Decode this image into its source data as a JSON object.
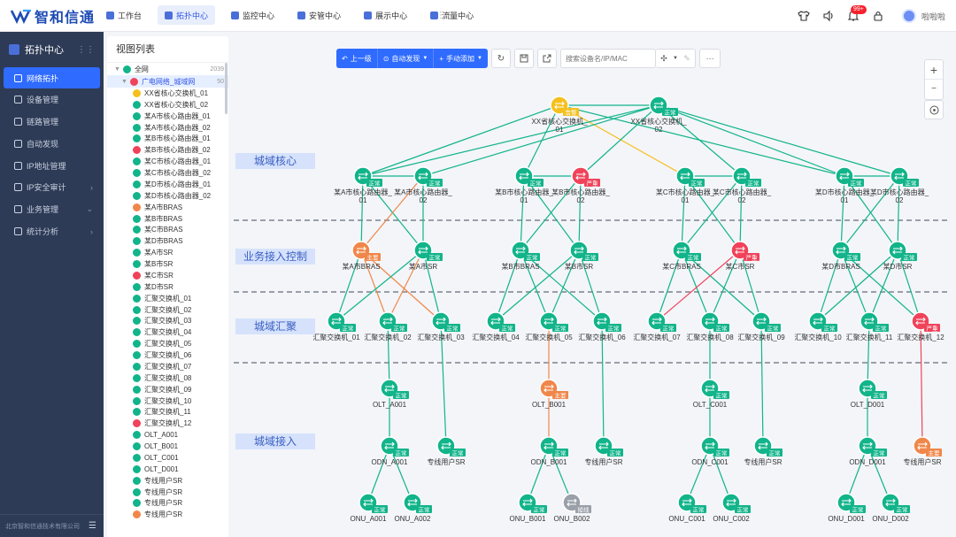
{
  "brand": {
    "name": "智和信通"
  },
  "nav": [
    {
      "label": "工作台",
      "icon": "home-icon"
    },
    {
      "label": "拓扑中心",
      "icon": "topology-icon",
      "active": true
    },
    {
      "label": "监控中心",
      "icon": "monitor-icon"
    },
    {
      "label": "安管中心",
      "icon": "shield-icon"
    },
    {
      "label": "展示中心",
      "icon": "display-icon"
    },
    {
      "label": "流量中心",
      "icon": "flow-icon"
    }
  ],
  "header": {
    "notification_count": "99+",
    "username": "啦啦啦"
  },
  "sidebar": {
    "title": "拓扑中心",
    "items": [
      {
        "label": "网络拓扑",
        "active": true
      },
      {
        "label": "设备管理"
      },
      {
        "label": "链路管理"
      },
      {
        "label": "自动发现"
      },
      {
        "label": "IP地址管理"
      },
      {
        "label": "IP安全审计",
        "arrow": "›"
      },
      {
        "label": "业务管理",
        "arrow": "⌄"
      },
      {
        "label": "统计分析",
        "arrow": "›"
      }
    ],
    "footer": "北京智和信通技术有限公司"
  },
  "viewlist": {
    "title": "视图列表",
    "root": {
      "label": "全网",
      "count": "2039"
    },
    "group": {
      "label": "广电网络_城域网",
      "count": "50"
    },
    "items": [
      {
        "label": "XX省核心交换机_01",
        "s": "warn"
      },
      {
        "label": "XX省核心交换机_02",
        "s": "ok"
      },
      {
        "label": "某A市核心路由器_01",
        "s": "ok"
      },
      {
        "label": "某A市核心路由器_02",
        "s": "ok"
      },
      {
        "label": "某B市核心路由器_01",
        "s": "ok"
      },
      {
        "label": "某B市核心路由器_02",
        "s": "crit"
      },
      {
        "label": "某C市核心路由器_01",
        "s": "ok"
      },
      {
        "label": "某C市核心路由器_02",
        "s": "ok"
      },
      {
        "label": "某D市核心路由器_01",
        "s": "ok"
      },
      {
        "label": "某D市核心路由器_02",
        "s": "ok"
      },
      {
        "label": "某A市BRAS",
        "s": "major"
      },
      {
        "label": "某B市BRAS",
        "s": "ok"
      },
      {
        "label": "某C市BRAS",
        "s": "ok"
      },
      {
        "label": "某D市BRAS",
        "s": "ok"
      },
      {
        "label": "某A市SR",
        "s": "ok"
      },
      {
        "label": "某B市SR",
        "s": "ok"
      },
      {
        "label": "某C市SR",
        "s": "crit"
      },
      {
        "label": "某D市SR",
        "s": "ok"
      },
      {
        "label": "汇聚交换机_01",
        "s": "ok"
      },
      {
        "label": "汇聚交换机_02",
        "s": "ok"
      },
      {
        "label": "汇聚交换机_03",
        "s": "ok"
      },
      {
        "label": "汇聚交换机_04",
        "s": "ok"
      },
      {
        "label": "汇聚交换机_05",
        "s": "ok"
      },
      {
        "label": "汇聚交换机_06",
        "s": "ok"
      },
      {
        "label": "汇聚交换机_07",
        "s": "ok"
      },
      {
        "label": "汇聚交换机_08",
        "s": "ok"
      },
      {
        "label": "汇聚交换机_09",
        "s": "ok"
      },
      {
        "label": "汇聚交换机_10",
        "s": "ok"
      },
      {
        "label": "汇聚交换机_11",
        "s": "ok"
      },
      {
        "label": "汇聚交换机_12",
        "s": "crit"
      },
      {
        "label": "OLT_A001",
        "s": "ok"
      },
      {
        "label": "OLT_B001",
        "s": "ok"
      },
      {
        "label": "OLT_C001",
        "s": "ok"
      },
      {
        "label": "OLT_D001",
        "s": "ok"
      },
      {
        "label": "专线用户SR",
        "s": "ok"
      },
      {
        "label": "专线用户SR",
        "s": "ok"
      },
      {
        "label": "专线用户SR",
        "s": "ok"
      },
      {
        "label": "专线用户SR",
        "s": "major"
      }
    ]
  },
  "toolbar": {
    "up": "上一级",
    "auto": "自动发现",
    "add": "手动添加",
    "search_placeholder": "搜索设备名/IP/MAC"
  },
  "colors": {
    "ok": "#12b48a",
    "warn": "#f5c01e",
    "major": "#f0874a",
    "crit": "#f0435a",
    "off": "#9aa0a8",
    "brand": "#2f6bff"
  },
  "layers": [
    "城域核心",
    "业务接入控制",
    "城域汇聚",
    "城域接入"
  ],
  "status_labels": {
    "ok": "正常",
    "warn": "告警",
    "major": "主要",
    "crit": "严重",
    "off": "掉线"
  },
  "topology": {
    "nodes": [
      {
        "id": "core1",
        "label": "XX省核心交换机_\n01",
        "s": "warn"
      },
      {
        "id": "core2",
        "label": "XX省核心交换机_\n02",
        "s": "ok"
      },
      {
        "id": "ar1",
        "label": "某A市核心路由器_\n01",
        "s": "ok"
      },
      {
        "id": "ar2",
        "label": "某A市核心路由器_\n02",
        "s": "ok"
      },
      {
        "id": "br1",
        "label": "某B市核心路由器_\n01",
        "s": "ok"
      },
      {
        "id": "br2",
        "label": "某B市核心路由器_\n02",
        "s": "crit"
      },
      {
        "id": "cr1",
        "label": "某C市核心路由器_\n01",
        "s": "ok"
      },
      {
        "id": "cr2",
        "label": "某C市核心路由器_\n02",
        "s": "ok"
      },
      {
        "id": "dr1",
        "label": "某D市核心路由器_\n01",
        "s": "ok"
      },
      {
        "id": "dr2",
        "label": "某D市核心路由器_\n02",
        "s": "ok"
      },
      {
        "id": "abras",
        "label": "某A市BRAS",
        "s": "major"
      },
      {
        "id": "asr",
        "label": "某A市SR",
        "s": "ok"
      },
      {
        "id": "bbras",
        "label": "某B市BRAS",
        "s": "ok"
      },
      {
        "id": "bsr",
        "label": "某B市SR",
        "s": "ok"
      },
      {
        "id": "cbras",
        "label": "某C市BRAS",
        "s": "ok"
      },
      {
        "id": "csr",
        "label": "某C市SR",
        "s": "crit"
      },
      {
        "id": "dbras",
        "label": "某D市BRAS",
        "s": "ok"
      },
      {
        "id": "dsr",
        "label": "某D市SR",
        "s": "ok"
      },
      {
        "id": "h01",
        "label": "汇聚交换机_01",
        "s": "ok"
      },
      {
        "id": "h02",
        "label": "汇聚交换机_02",
        "s": "ok"
      },
      {
        "id": "h03",
        "label": "汇聚交换机_03",
        "s": "ok"
      },
      {
        "id": "h04",
        "label": "汇聚交换机_04",
        "s": "ok"
      },
      {
        "id": "h05",
        "label": "汇聚交换机_05",
        "s": "ok"
      },
      {
        "id": "h06",
        "label": "汇聚交换机_06",
        "s": "ok"
      },
      {
        "id": "h07",
        "label": "汇聚交换机_07",
        "s": "ok"
      },
      {
        "id": "h08",
        "label": "汇聚交换机_08",
        "s": "ok"
      },
      {
        "id": "h09",
        "label": "汇聚交换机_09",
        "s": "ok"
      },
      {
        "id": "h10",
        "label": "汇聚交换机_10",
        "s": "ok"
      },
      {
        "id": "h11",
        "label": "汇聚交换机_11",
        "s": "ok"
      },
      {
        "id": "h12",
        "label": "汇聚交换机_12",
        "s": "crit"
      },
      {
        "id": "olta",
        "label": "OLT_A001",
        "s": "ok"
      },
      {
        "id": "oltb",
        "label": "OLT_B001",
        "s": "major"
      },
      {
        "id": "oltc",
        "label": "OLT_C001",
        "s": "ok"
      },
      {
        "id": "oltd",
        "label": "OLT_D001",
        "s": "ok"
      },
      {
        "id": "odna",
        "label": "ODN_A001",
        "s": "ok"
      },
      {
        "id": "sra",
        "label": "专线用户SR",
        "s": "ok"
      },
      {
        "id": "odnb",
        "label": "ODN_B001",
        "s": "ok"
      },
      {
        "id": "srb",
        "label": "专线用户SR",
        "s": "ok"
      },
      {
        "id": "odnc",
        "label": "ODN_C001",
        "s": "ok"
      },
      {
        "id": "src",
        "label": "专线用户SR",
        "s": "ok"
      },
      {
        "id": "odnd",
        "label": "ODN_D001",
        "s": "ok"
      },
      {
        "id": "srd",
        "label": "专线用户SR",
        "s": "major"
      },
      {
        "id": "onua1",
        "label": "ONU_A001",
        "s": "ok"
      },
      {
        "id": "onua2",
        "label": "ONU_A002",
        "s": "ok"
      },
      {
        "id": "onub1",
        "label": "ONU_B001",
        "s": "ok"
      },
      {
        "id": "onub2",
        "label": "ONU_B002",
        "s": "off"
      },
      {
        "id": "onuc1",
        "label": "ONU_C001",
        "s": "ok"
      },
      {
        "id": "onuc2",
        "label": "ONU_C002",
        "s": "ok"
      },
      {
        "id": "onud1",
        "label": "ONU_D001",
        "s": "ok"
      },
      {
        "id": "onud2",
        "label": "ONU_D002",
        "s": "ok"
      }
    ],
    "links": [
      [
        "core1",
        "core2",
        "ok"
      ],
      [
        "core1",
        "ar1",
        "ok"
      ],
      [
        "core1",
        "br1",
        "ok"
      ],
      [
        "core1",
        "cr1",
        "warn"
      ],
      [
        "core1",
        "dr1",
        "ok"
      ],
      [
        "core2",
        "ar2",
        "ok"
      ],
      [
        "core2",
        "br2",
        "ok"
      ],
      [
        "core2",
        "cr2",
        "ok"
      ],
      [
        "core2",
        "dr2",
        "ok"
      ],
      [
        "core2",
        "ar1",
        "ok"
      ],
      [
        "core2",
        "dr1",
        "ok"
      ],
      [
        "ar1",
        "ar2",
        "ok"
      ],
      [
        "br1",
        "br2",
        "ok"
      ],
      [
        "cr1",
        "cr2",
        "ok"
      ],
      [
        "dr1",
        "dr2",
        "ok"
      ],
      [
        "ar1",
        "abras",
        "ok"
      ],
      [
        "ar1",
        "asr",
        "ok"
      ],
      [
        "ar2",
        "abras",
        "major"
      ],
      [
        "ar2",
        "asr",
        "ok"
      ],
      [
        "br1",
        "bbras",
        "ok"
      ],
      [
        "br1",
        "bsr",
        "ok"
      ],
      [
        "br2",
        "bbras",
        "ok"
      ],
      [
        "br2",
        "bsr",
        "ok"
      ],
      [
        "cr1",
        "cbras",
        "ok"
      ],
      [
        "cr1",
        "csr",
        "ok"
      ],
      [
        "cr2",
        "cbras",
        "ok"
      ],
      [
        "cr2",
        "csr",
        "ok"
      ],
      [
        "dr1",
        "dbras",
        "ok"
      ],
      [
        "dr1",
        "dsr",
        "ok"
      ],
      [
        "dr2",
        "dbras",
        "ok"
      ],
      [
        "dr2",
        "dsr",
        "ok"
      ],
      [
        "abras",
        "h01",
        "ok"
      ],
      [
        "abras",
        "h02",
        "major"
      ],
      [
        "abras",
        "h03",
        "major"
      ],
      [
        "asr",
        "h01",
        "ok"
      ],
      [
        "asr",
        "h02",
        "major"
      ],
      [
        "asr",
        "h03",
        "ok"
      ],
      [
        "bbras",
        "h04",
        "ok"
      ],
      [
        "bbras",
        "h05",
        "ok"
      ],
      [
        "bbras",
        "h06",
        "ok"
      ],
      [
        "bsr",
        "h04",
        "ok"
      ],
      [
        "bsr",
        "h05",
        "ok"
      ],
      [
        "bsr",
        "h06",
        "ok"
      ],
      [
        "cbras",
        "h07",
        "ok"
      ],
      [
        "cbras",
        "h08",
        "ok"
      ],
      [
        "cbras",
        "h09",
        "ok"
      ],
      [
        "csr",
        "h07",
        "crit"
      ],
      [
        "csr",
        "h08",
        "ok"
      ],
      [
        "csr",
        "h09",
        "ok"
      ],
      [
        "dbras",
        "h10",
        "ok"
      ],
      [
        "dbras",
        "h11",
        "ok"
      ],
      [
        "dbras",
        "h12",
        "ok"
      ],
      [
        "dsr",
        "h10",
        "ok"
      ],
      [
        "dsr",
        "h11",
        "ok"
      ],
      [
        "dsr",
        "h12",
        "ok"
      ],
      [
        "h02",
        "olta",
        "ok"
      ],
      [
        "h03",
        "sra",
        "ok"
      ],
      [
        "h05",
        "oltb",
        "major"
      ],
      [
        "h06",
        "srb",
        "ok"
      ],
      [
        "h08",
        "oltc",
        "ok"
      ],
      [
        "h09",
        "src",
        "ok"
      ],
      [
        "h11",
        "oltd",
        "ok"
      ],
      [
        "h12",
        "srd",
        "crit"
      ],
      [
        "olta",
        "odna",
        "ok"
      ],
      [
        "oltb",
        "odnb",
        "major"
      ],
      [
        "oltc",
        "odnc",
        "ok"
      ],
      [
        "oltd",
        "odnd",
        "ok"
      ],
      [
        "odna",
        "onua1",
        "ok"
      ],
      [
        "odna",
        "onua2",
        "ok"
      ],
      [
        "odnb",
        "onub1",
        "ok"
      ],
      [
        "odnb",
        "onub2",
        "ok"
      ],
      [
        "odnc",
        "onuc1",
        "ok"
      ],
      [
        "odnc",
        "onuc2",
        "ok"
      ],
      [
        "odnd",
        "onud1",
        "ok"
      ],
      [
        "odnd",
        "onud2",
        "ok"
      ]
    ]
  }
}
